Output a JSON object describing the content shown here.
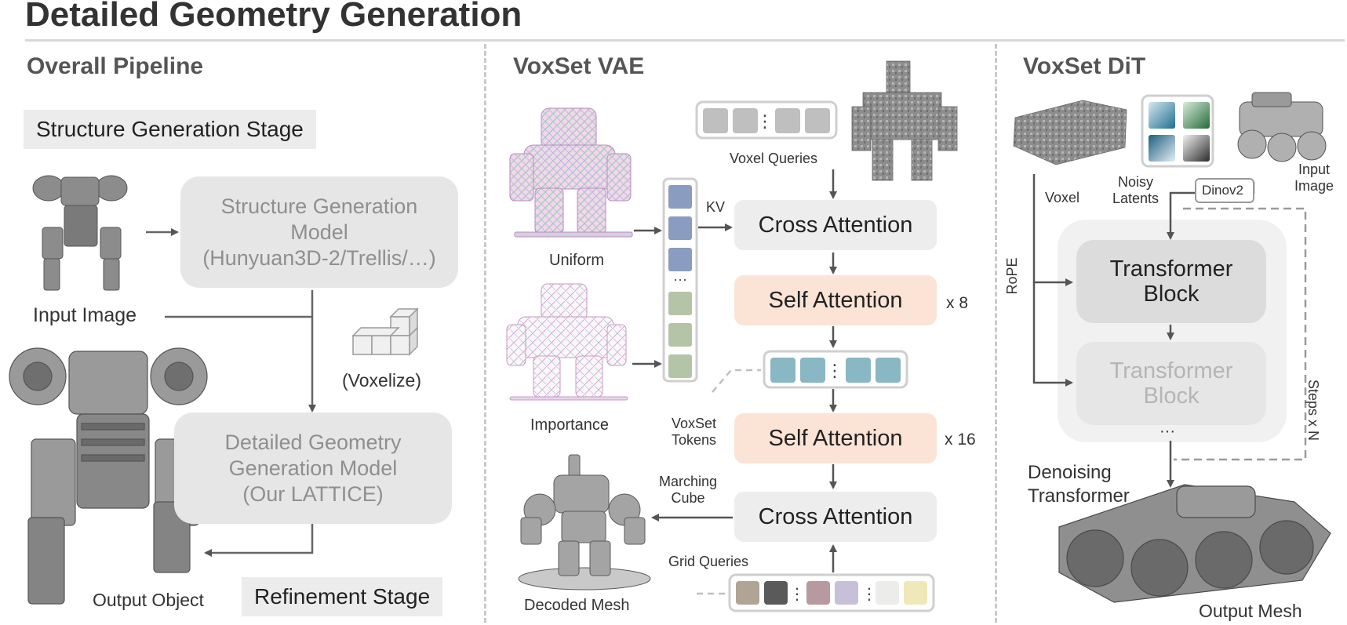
{
  "title": "Detailed Geometry Generation",
  "overall": {
    "heading": "Overall Pipeline",
    "structure_stage": "Structure Generation Stage",
    "structure_model_l1": "Structure Generation",
    "structure_model_l2": "Model",
    "structure_model_l3": "(Hunyuan3D-2/Trellis/…)",
    "input_image": "Input Image",
    "voxelize": "(Voxelize)",
    "detail_model_l1": "Detailed Geometry",
    "detail_model_l2": "Generation Model",
    "detail_model_l3": "(Our LATTICE)",
    "output_object": "Output Object",
    "refinement_stage": "Refinement Stage"
  },
  "vae": {
    "heading": "VoxSet VAE",
    "uniform": "Uniform",
    "importance": "Importance",
    "voxel_queries": "Voxel Queries",
    "kv": "KV",
    "cross_attention_top": "Cross Attention",
    "self_attention_1": "Self Attention",
    "x8": "x 8",
    "voxset_tokens_l1": "VoxSet",
    "voxset_tokens_l2": "Tokens",
    "self_attention_2": "Self Attention",
    "x16": "x 16",
    "marching_l1": "Marching",
    "marching_l2": "Cube",
    "cross_attention_bottom": "Cross Attention",
    "grid_queries": "Grid Queries",
    "decoded_mesh": "Decoded Mesh",
    "ellipsis": "⋮",
    "dots": "···"
  },
  "dit": {
    "heading": "VoxSet DiT",
    "voxel": "Voxel",
    "noisy_l1": "Noisy",
    "noisy_l2": "Latents",
    "dinov2": "Dinov2",
    "input_image_l1": "Input",
    "input_image_l2": "Image",
    "rope": "RoPE",
    "transformer_1_l1": "Transformer",
    "transformer_1_l2": "Block",
    "transformer_2_l1": "Transformer",
    "transformer_2_l2": "Block",
    "ellipsis": "···",
    "steps": "Steps x N",
    "denoising_l1": "Denoising",
    "denoising_l2": "Transformer",
    "output_mesh": "Output Mesh"
  },
  "colors": {
    "kv_blue": "#8a9cc0",
    "kv_green": "#b3c5a6",
    "query_grey": "#bfbfbf",
    "token_teal": "#89b7c3",
    "grid": [
      "#b0a595",
      "#5a5a5a",
      "#b69aa0",
      "#c8bfd8",
      "#ececea",
      "#efe8b8"
    ],
    "peach": "#fbe3d6"
  }
}
